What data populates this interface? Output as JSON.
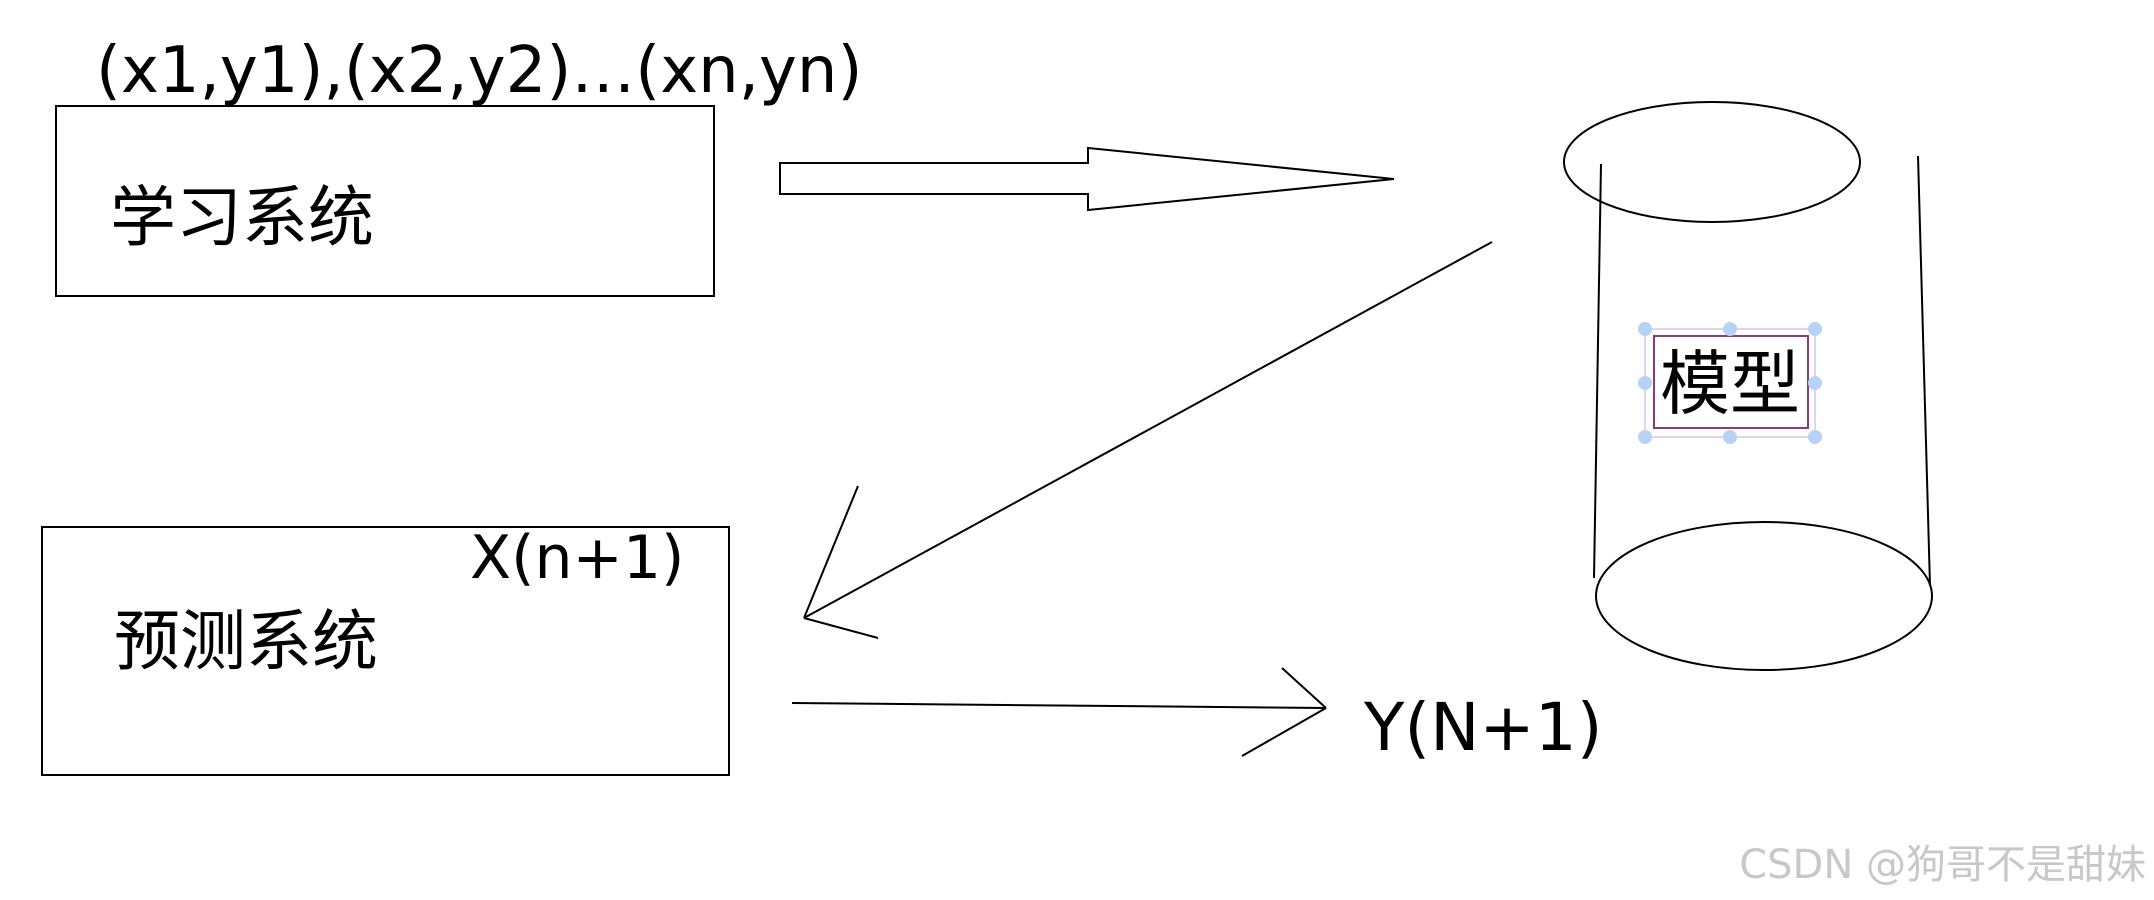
{
  "diagram": {
    "training_data_label": "(x1,y1),(x2,y2)…(xn,yn)",
    "learning_system_label": "学习系统",
    "model_label": "模型",
    "prediction_system_label": "预测系统",
    "input_label": "X(n+1)",
    "output_label": "Y(N+1)"
  },
  "watermark": {
    "text": "CSDN @狗哥不是甜妹"
  },
  "colors": {
    "stroke": "#000000",
    "background": "#ffffff",
    "selection_handle": "#b7d2f5",
    "selection_box": "#8b3a7a",
    "watermark": "#c8c8c8"
  }
}
